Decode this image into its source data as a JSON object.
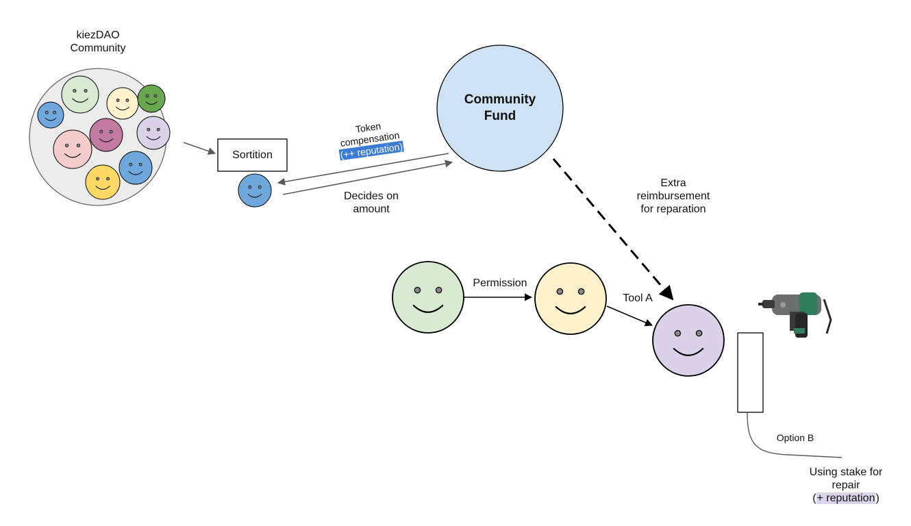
{
  "community": {
    "title_line1": "kiezDAO",
    "title_line2": "Community"
  },
  "sortition_label": "Sortition",
  "fund": {
    "line1": "Community",
    "line2": "Fund"
  },
  "token_comp": {
    "line1": "Token",
    "line2": "compensation",
    "line3_open": "(",
    "line3_highlight": "++ reputation)"
  },
  "decides": {
    "line1": "Decides on",
    "line2": "amount"
  },
  "extra": {
    "line1": "Extra",
    "line2": "reimbursement",
    "line3": "for reparation"
  },
  "permission_label": "Permission",
  "tool_a_label": "Tool A",
  "option_b_label": "Option B",
  "stake": {
    "line1": "Using stake for",
    "line2": "repair",
    "line3_open": "(",
    "line3_highlight": "+ reputation",
    "line3_close": ")"
  },
  "colors": {
    "green": "#d9ead3",
    "yellow": "#fff2cc",
    "purple": "#d9d2e9",
    "blue": "#6fa8dc",
    "pink": "#f4cccc",
    "mauve": "#c27ba0",
    "darkgreen": "#6aa84f",
    "gold": "#ffd966",
    "fund": "#cfe2f3",
    "community_bg": "#ececec"
  },
  "icons": {
    "drill": "power-drill-icon"
  }
}
